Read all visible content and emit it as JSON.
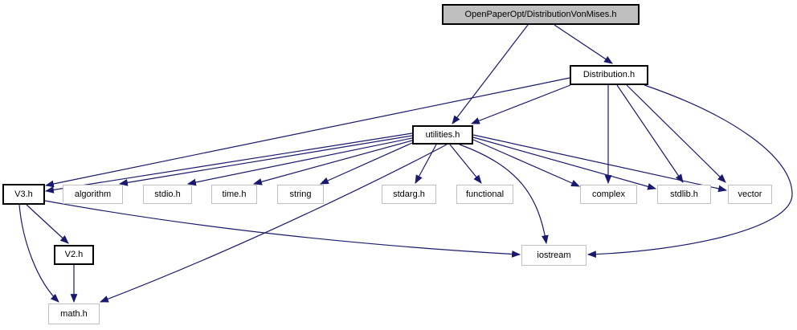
{
  "diagram": {
    "kind": "include-dependency-graph",
    "colors": {
      "background": "#ffffff",
      "edge": "#191970",
      "node_fill": "#ffffff",
      "main_node_fill": "#bfbfbf",
      "internal_node_border": "#000000",
      "system_node_border": "#c0c0c0",
      "text": "#000000"
    },
    "nodes": [
      {
        "id": "vonmises",
        "label": "OpenPaperOpt/DistributionVonMises.h",
        "kind": "main"
      },
      {
        "id": "distribution",
        "label": "Distribution.h",
        "kind": "internal"
      },
      {
        "id": "utilities",
        "label": "utilities.h",
        "kind": "internal"
      },
      {
        "id": "v3",
        "label": "V3.h",
        "kind": "internal"
      },
      {
        "id": "algorithm",
        "label": "algorithm",
        "kind": "system"
      },
      {
        "id": "stdio",
        "label": "stdio.h",
        "kind": "system"
      },
      {
        "id": "time",
        "label": "time.h",
        "kind": "system"
      },
      {
        "id": "string",
        "label": "string",
        "kind": "system"
      },
      {
        "id": "stdarg",
        "label": "stdarg.h",
        "kind": "system"
      },
      {
        "id": "functional",
        "label": "functional",
        "kind": "system"
      },
      {
        "id": "complex",
        "label": "complex",
        "kind": "system"
      },
      {
        "id": "stdlib",
        "label": "stdlib.h",
        "kind": "system"
      },
      {
        "id": "vector",
        "label": "vector",
        "kind": "system"
      },
      {
        "id": "v2",
        "label": "V2.h",
        "kind": "internal"
      },
      {
        "id": "iostream",
        "label": "iostream",
        "kind": "system"
      },
      {
        "id": "math",
        "label": "math.h",
        "kind": "system"
      }
    ],
    "edges": [
      {
        "from": "vonmises",
        "to": "utilities"
      },
      {
        "from": "vonmises",
        "to": "distribution"
      },
      {
        "from": "distribution",
        "to": "utilities"
      },
      {
        "from": "distribution",
        "to": "v3"
      },
      {
        "from": "distribution",
        "to": "complex"
      },
      {
        "from": "distribution",
        "to": "stdlib"
      },
      {
        "from": "distribution",
        "to": "vector"
      },
      {
        "from": "distribution",
        "to": "iostream"
      },
      {
        "from": "utilities",
        "to": "v3"
      },
      {
        "from": "utilities",
        "to": "algorithm"
      },
      {
        "from": "utilities",
        "to": "stdio"
      },
      {
        "from": "utilities",
        "to": "time"
      },
      {
        "from": "utilities",
        "to": "string"
      },
      {
        "from": "utilities",
        "to": "stdarg"
      },
      {
        "from": "utilities",
        "to": "functional"
      },
      {
        "from": "utilities",
        "to": "complex"
      },
      {
        "from": "utilities",
        "to": "stdlib"
      },
      {
        "from": "utilities",
        "to": "vector"
      },
      {
        "from": "utilities",
        "to": "iostream"
      },
      {
        "from": "utilities",
        "to": "math"
      },
      {
        "from": "v3",
        "to": "v2"
      },
      {
        "from": "v3",
        "to": "math"
      },
      {
        "from": "v3",
        "to": "iostream"
      },
      {
        "from": "v2",
        "to": "math"
      }
    ]
  }
}
